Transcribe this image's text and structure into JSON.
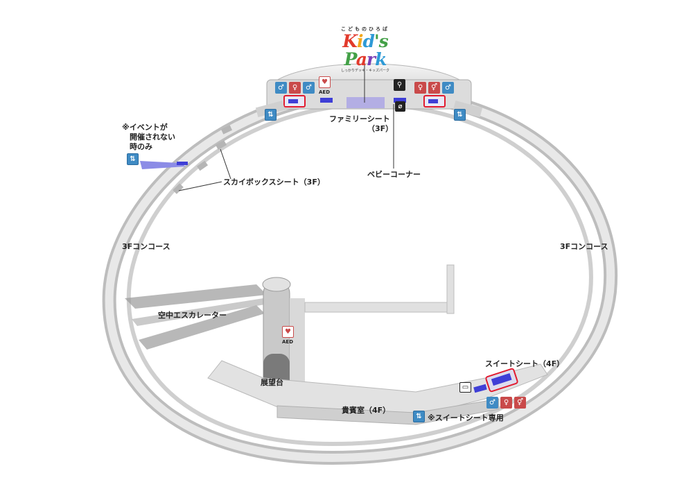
{
  "logo": {
    "kana": "こどものひろば",
    "word_k": "K",
    "word_i": "i",
    "word_d": "d",
    "word_s": "'s",
    "word_space": " ",
    "word_p": "P",
    "word_a": "a",
    "word_r": "r",
    "word_k2": "k",
    "sub": "しっかりデッキ・キッズパーク",
    "colors": {
      "k": "#e23a2c",
      "i": "#f2a81d",
      "d": "#2e9ad6",
      "p": "#43a047",
      "a": "#e23a2c",
      "r": "#7b3fb5",
      "k2": "#2e9ad6"
    }
  },
  "labels": {
    "event_note": [
      "※イベントが",
      "開催されない",
      "時のみ"
    ],
    "skybox": "スカイボックスシート（3F）",
    "family": "ファミリーシート",
    "family_floor": "（3F）",
    "baby": "ベビーコーナー",
    "concourse_left": "3Fコンコース",
    "concourse_right": "3Fコンコース",
    "escalator": "空中エスカレーター",
    "tower": "展望台",
    "vip": "貴賓室（4F）",
    "suite": "スイートシート（4F）",
    "suite_note": "※スイートシート専用",
    "aed": "AED"
  },
  "icons": {
    "male": "male-restroom-icon",
    "female": "female-restroom-icon",
    "accessible": "accessible-restroom-icon",
    "elevator": "elevator-icon",
    "aed": "aed-heart-icon",
    "nursing": "nursing-room-icon",
    "bottle": "baby-bottle-icon",
    "smoking": "smoking-area-icon"
  },
  "colors": {
    "restroom_male": "#3f8bc4",
    "restroom_female": "#c94a4a",
    "seat_highlight": "#e21b2f",
    "seat_fill": "#3f3fd6",
    "walkway": "#8c8ce6",
    "structure": "#d7d7d7",
    "structure_dark": "#9a9a9a"
  }
}
